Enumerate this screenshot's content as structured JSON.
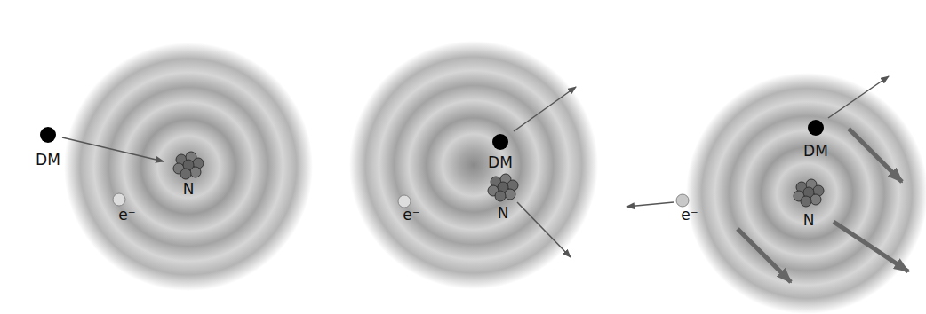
{
  "diagram": {
    "labels": [
      "DM",
      "N",
      "e⁻",
      "DM",
      "e⁻",
      "N",
      "e⁻",
      "DM",
      "N"
    ]
  }
}
